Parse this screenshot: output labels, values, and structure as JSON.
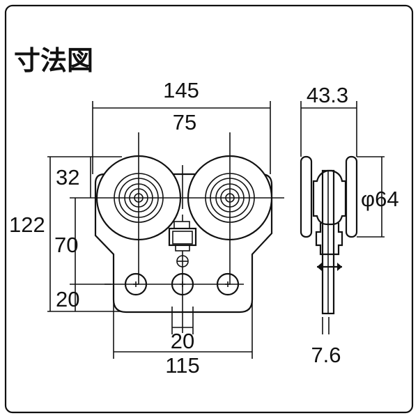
{
  "title": "寸法図",
  "front_view": {
    "dim_overall_width": "145",
    "dim_wheel_spacing": "75",
    "dim_overall_height": "122",
    "dim_top_to_axle": "32",
    "dim_axle_to_holes": "70",
    "dim_holes_to_bottom": "20",
    "dim_center_slot": "20",
    "dim_plate_width": "115"
  },
  "side_view": {
    "dim_depth": "43.3",
    "dim_wheel_diameter": "φ64",
    "dim_plate_thickness": "7.6"
  },
  "colors": {
    "line": "#111111",
    "background": "#ffffff"
  }
}
